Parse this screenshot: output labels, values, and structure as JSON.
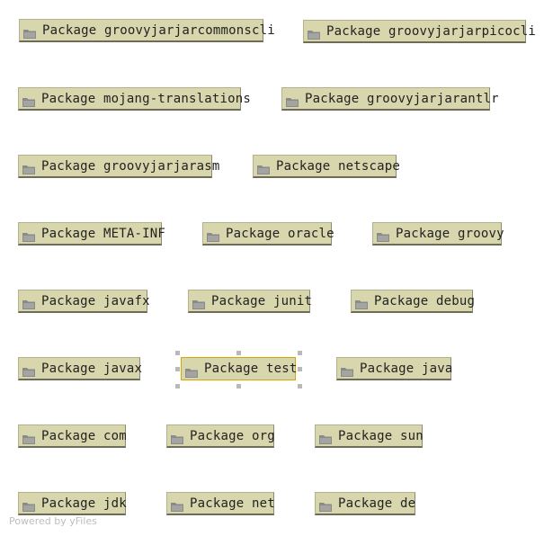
{
  "nodes": [
    {
      "label": "Package groovyjarjarcommonscli"
    },
    {
      "label": "Package groovyjarjarpicocli"
    },
    {
      "label": "Package mojang-translations"
    },
    {
      "label": "Package groovyjarjarantlr"
    },
    {
      "label": "Package groovyjarjarasm"
    },
    {
      "label": "Package netscape"
    },
    {
      "label": "Package META-INF"
    },
    {
      "label": "Package oracle"
    },
    {
      "label": "Package groovy"
    },
    {
      "label": "Package javafx"
    },
    {
      "label": "Package junit"
    },
    {
      "label": "Package debug"
    },
    {
      "label": "Package javax"
    },
    {
      "label": "Package test",
      "selected": true
    },
    {
      "label": "Package java"
    },
    {
      "label": "Package com"
    },
    {
      "label": "Package org"
    },
    {
      "label": "Package sun"
    },
    {
      "label": "Package jdk"
    },
    {
      "label": "Package net"
    },
    {
      "label": "Package de"
    }
  ],
  "icons": {
    "node_icon": "folder-icon"
  },
  "colors": {
    "node_fill": "#d8d6ac",
    "node_border": "#6e6c56",
    "selection_border": "#d8a800",
    "handle": "#b9b9b9"
  },
  "watermark": "Powered by yFiles"
}
